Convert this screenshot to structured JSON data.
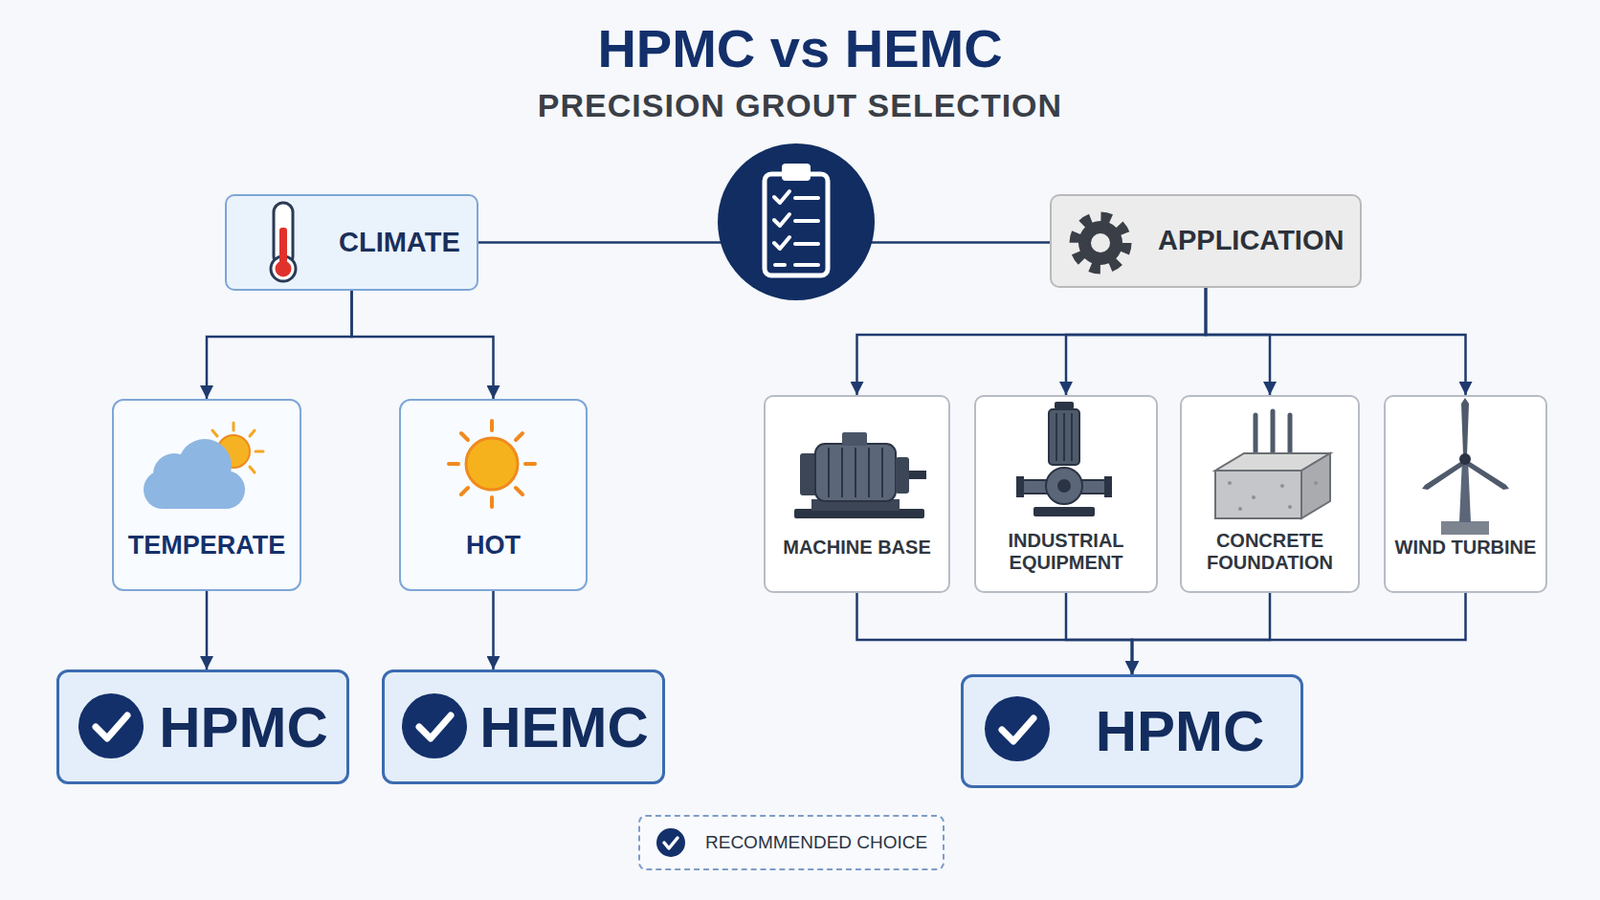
{
  "diagram": {
    "title": "HPMC vs HEMC",
    "nodes": [
      {
        "text": [
          "CLIMATE"
        ]
      },
      {
        "text": [
          "APPLICATION"
        ]
      },
      {
        "text": [
          "TEMPERATE"
        ]
      },
      {
        "text": [
          "HOT"
        ]
      },
      {
        "text": [
          "MACHINE BASE"
        ]
      },
      {
        "text": [
          "INDUSTRIAL EQUIPMENT"
        ]
      },
      {
        "text": [
          "CONCRETE FOUNDATION"
        ]
      },
      {
        "text": [
          "WIND TURBINE"
        ]
      },
      {
        "text": [
          "HPMC"
        ]
      },
      {
        "text": [
          "HEMC"
        ]
      },
      {
        "text": [
          "HPMC"
        ]
      }
    ],
    "edges": [
      {
        "from": 0,
        "to": 1,
        "arrow": "none"
      },
      {
        "from": 0,
        "to": 2,
        "arrow": "to"
      },
      {
        "from": 0,
        "to": 3,
        "arrow": "to"
      },
      {
        "from": 1,
        "to": 4,
        "arrow": "to"
      },
      {
        "from": 1,
        "to": 5,
        "arrow": "to"
      },
      {
        "from": 1,
        "to": 6,
        "arrow": "to"
      },
      {
        "from": 1,
        "to": 7,
        "arrow": "to"
      },
      {
        "from": 2,
        "to": 8,
        "arrow": "to"
      },
      {
        "from": 3,
        "to": 9,
        "arrow": "to"
      },
      {
        "from": 4,
        "to": 10,
        "arrow": "to"
      },
      {
        "from": 5,
        "to": 10,
        "arrow": "to"
      },
      {
        "from": 6,
        "to": 10,
        "arrow": "to"
      },
      {
        "from": 7,
        "to": 10,
        "arrow": "to"
      }
    ],
    "labels": [
      "PRECISION GROUT SELECTION"
    ],
    "legend": [
      {
        "text": "RECOMMENDED CHOICE"
      }
    ]
  }
}
